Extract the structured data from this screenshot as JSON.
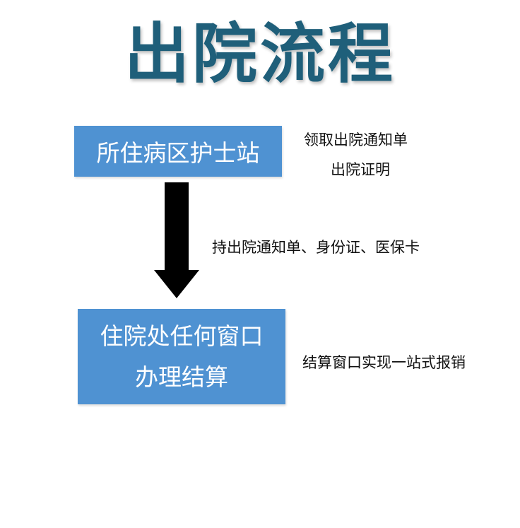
{
  "title": "出院流程",
  "step1": {
    "label": "所住病区护士站",
    "notes": [
      "领取出院通知单",
      "出院证明"
    ]
  },
  "transition": {
    "label": "持出院通知单、身份证、医保卡"
  },
  "step2": {
    "lines": [
      "住院处任何窗口",
      "办理结算"
    ],
    "note": "结算窗口实现一站式报销"
  },
  "colors": {
    "title": "#1f5f7a",
    "box": "#4f92d2",
    "arrow": "#000000"
  }
}
